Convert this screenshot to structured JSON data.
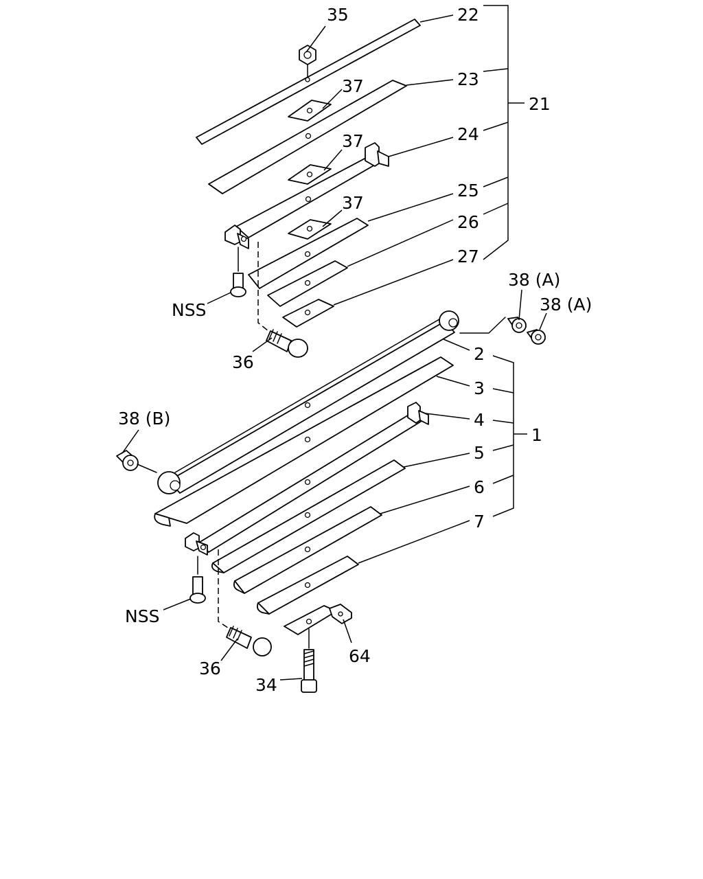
{
  "callouts": {
    "c22": "22",
    "c23": "23",
    "c24": "24",
    "c25": "25",
    "c26": "26",
    "c27": "27",
    "c21": "21",
    "c35": "35",
    "c37a": "37",
    "c37b": "37",
    "c37c": "37",
    "nss_top": "NSS",
    "c36_top": "36",
    "c38a1": "38 (A)",
    "c38a2": "38 (A)",
    "c38b": "38 (B)",
    "c2": "2",
    "c3": "3",
    "c4": "4",
    "c5": "5",
    "c6": "6",
    "c7": "7",
    "c1": "1",
    "nss_bottom": "NSS",
    "c36_bottom": "36",
    "c64": "64",
    "c34": "34"
  }
}
